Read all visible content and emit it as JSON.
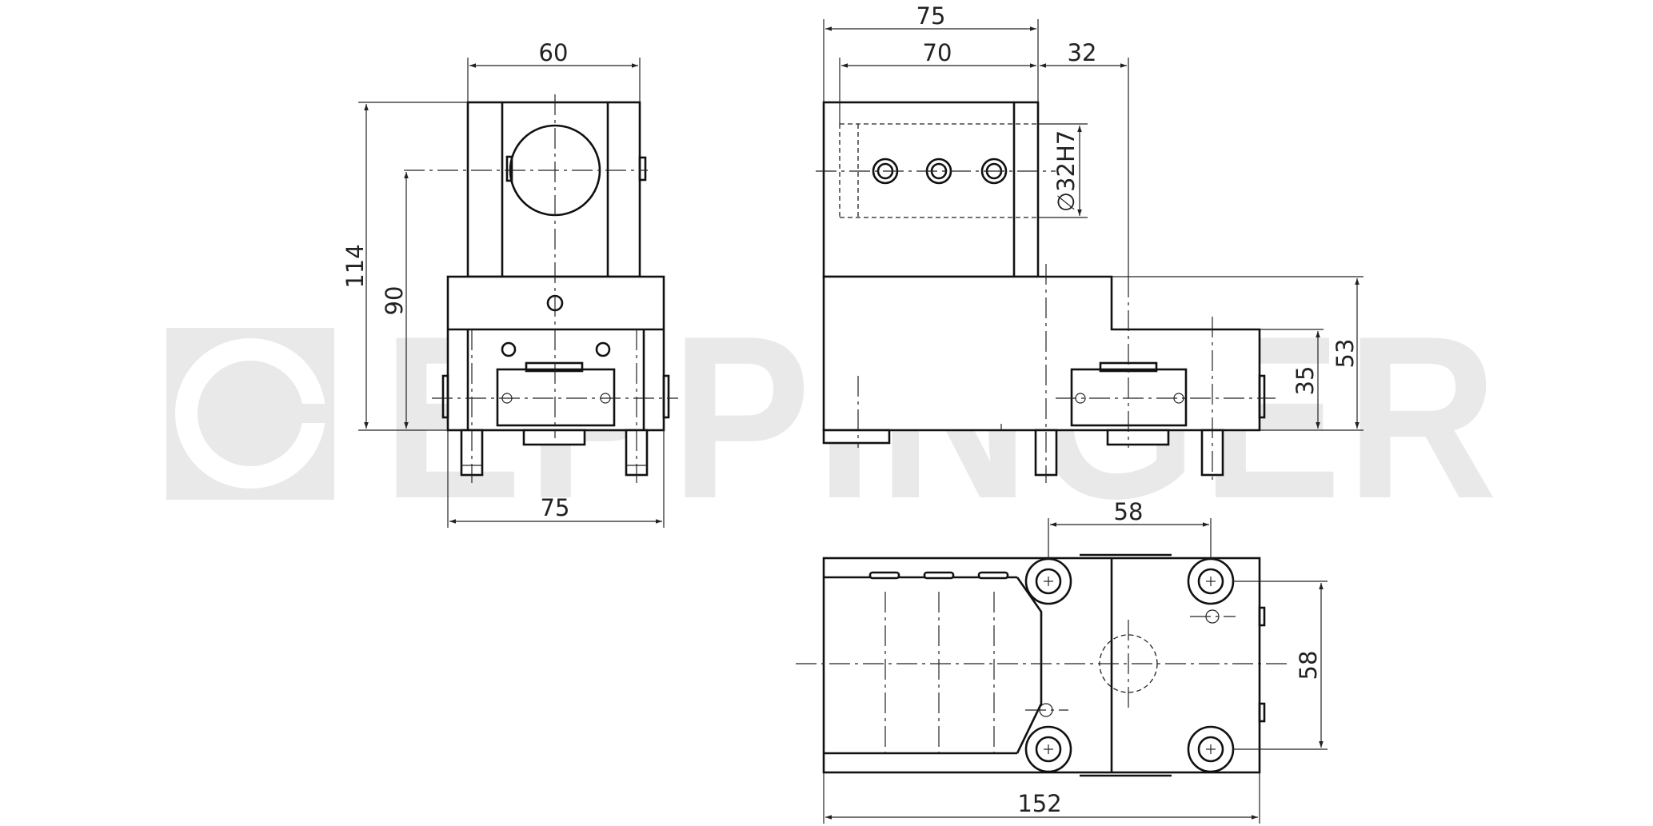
{
  "watermark": {
    "brand": "EPPINGER"
  },
  "front_view": {
    "dims": {
      "top_width": "60",
      "total_height": "114",
      "axis_height": "90",
      "bottom_width": "75"
    }
  },
  "side_view": {
    "dims": {
      "total_length": "75",
      "bore_depth": "70",
      "offset": "32",
      "bore_diameter": "∅32H7",
      "height_53": "53",
      "height_35": "35"
    }
  },
  "top_view": {
    "dims": {
      "bolt_spacing_x": "58",
      "bolt_spacing_y": "58",
      "overall_length": "152"
    }
  }
}
